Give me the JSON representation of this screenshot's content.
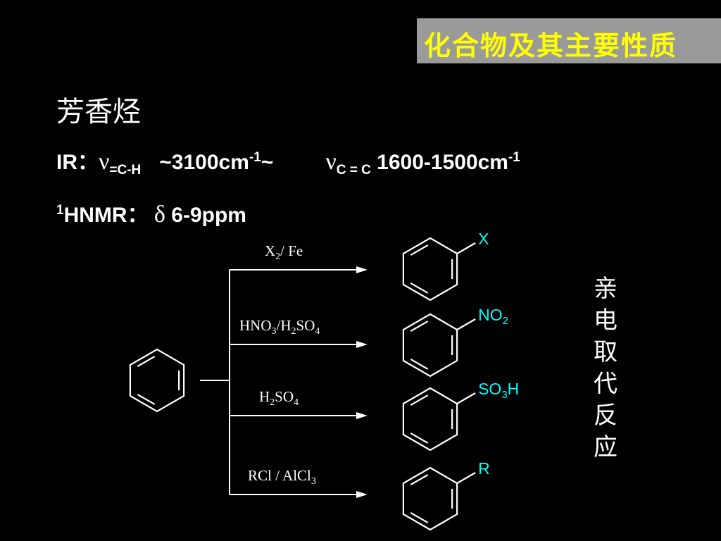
{
  "title": "化合物及其主要性质",
  "heading": "芳香烃",
  "ir": {
    "label": "IR：",
    "nu": "ν",
    "ch_sub": "=C-H",
    "tilde_pre": "~",
    "ch_value": "3100cm",
    "ch_sup": "-1",
    "tilde_post": "~",
    "cc_sub": "C = C",
    "cc_value": "1600-1500cm",
    "cc_sup": "-1"
  },
  "hnmr": {
    "sup": "1",
    "label": "HNMR：",
    "delta": "δ",
    "value": "6-9ppm"
  },
  "reaction_type": "亲\n电\n取\n代\n反\n应",
  "reactions": [
    {
      "reagent_parts": [
        "X",
        "2",
        "/ Fe"
      ],
      "reagent_sub_index": [
        1
      ],
      "substituent_parts": [
        "X"
      ],
      "substituent_sub_index": []
    },
    {
      "reagent_parts": [
        "HNO",
        "3",
        "/H",
        "2",
        "SO",
        "4"
      ],
      "reagent_sub_index": [
        1,
        3,
        5
      ],
      "substituent_parts": [
        "NO",
        "2"
      ],
      "substituent_sub_index": [
        1
      ]
    },
    {
      "reagent_parts": [
        "H",
        "2",
        "SO",
        "4"
      ],
      "reagent_sub_index": [
        1,
        3
      ],
      "substituent_parts": [
        "SO",
        "3",
        "H"
      ],
      "substituent_sub_index": [
        1
      ]
    },
    {
      "reagent_parts": [
        "RCl / AlCl",
        "3"
      ],
      "reagent_sub_index": [
        1
      ],
      "substituent_parts": [
        "R"
      ],
      "substituent_sub_index": []
    }
  ],
  "colors": {
    "background": "#000000",
    "title_box": "#9a9a9a",
    "title_text": "#ffff00",
    "substituent": "#00ffff",
    "text": "#ffffff"
  }
}
